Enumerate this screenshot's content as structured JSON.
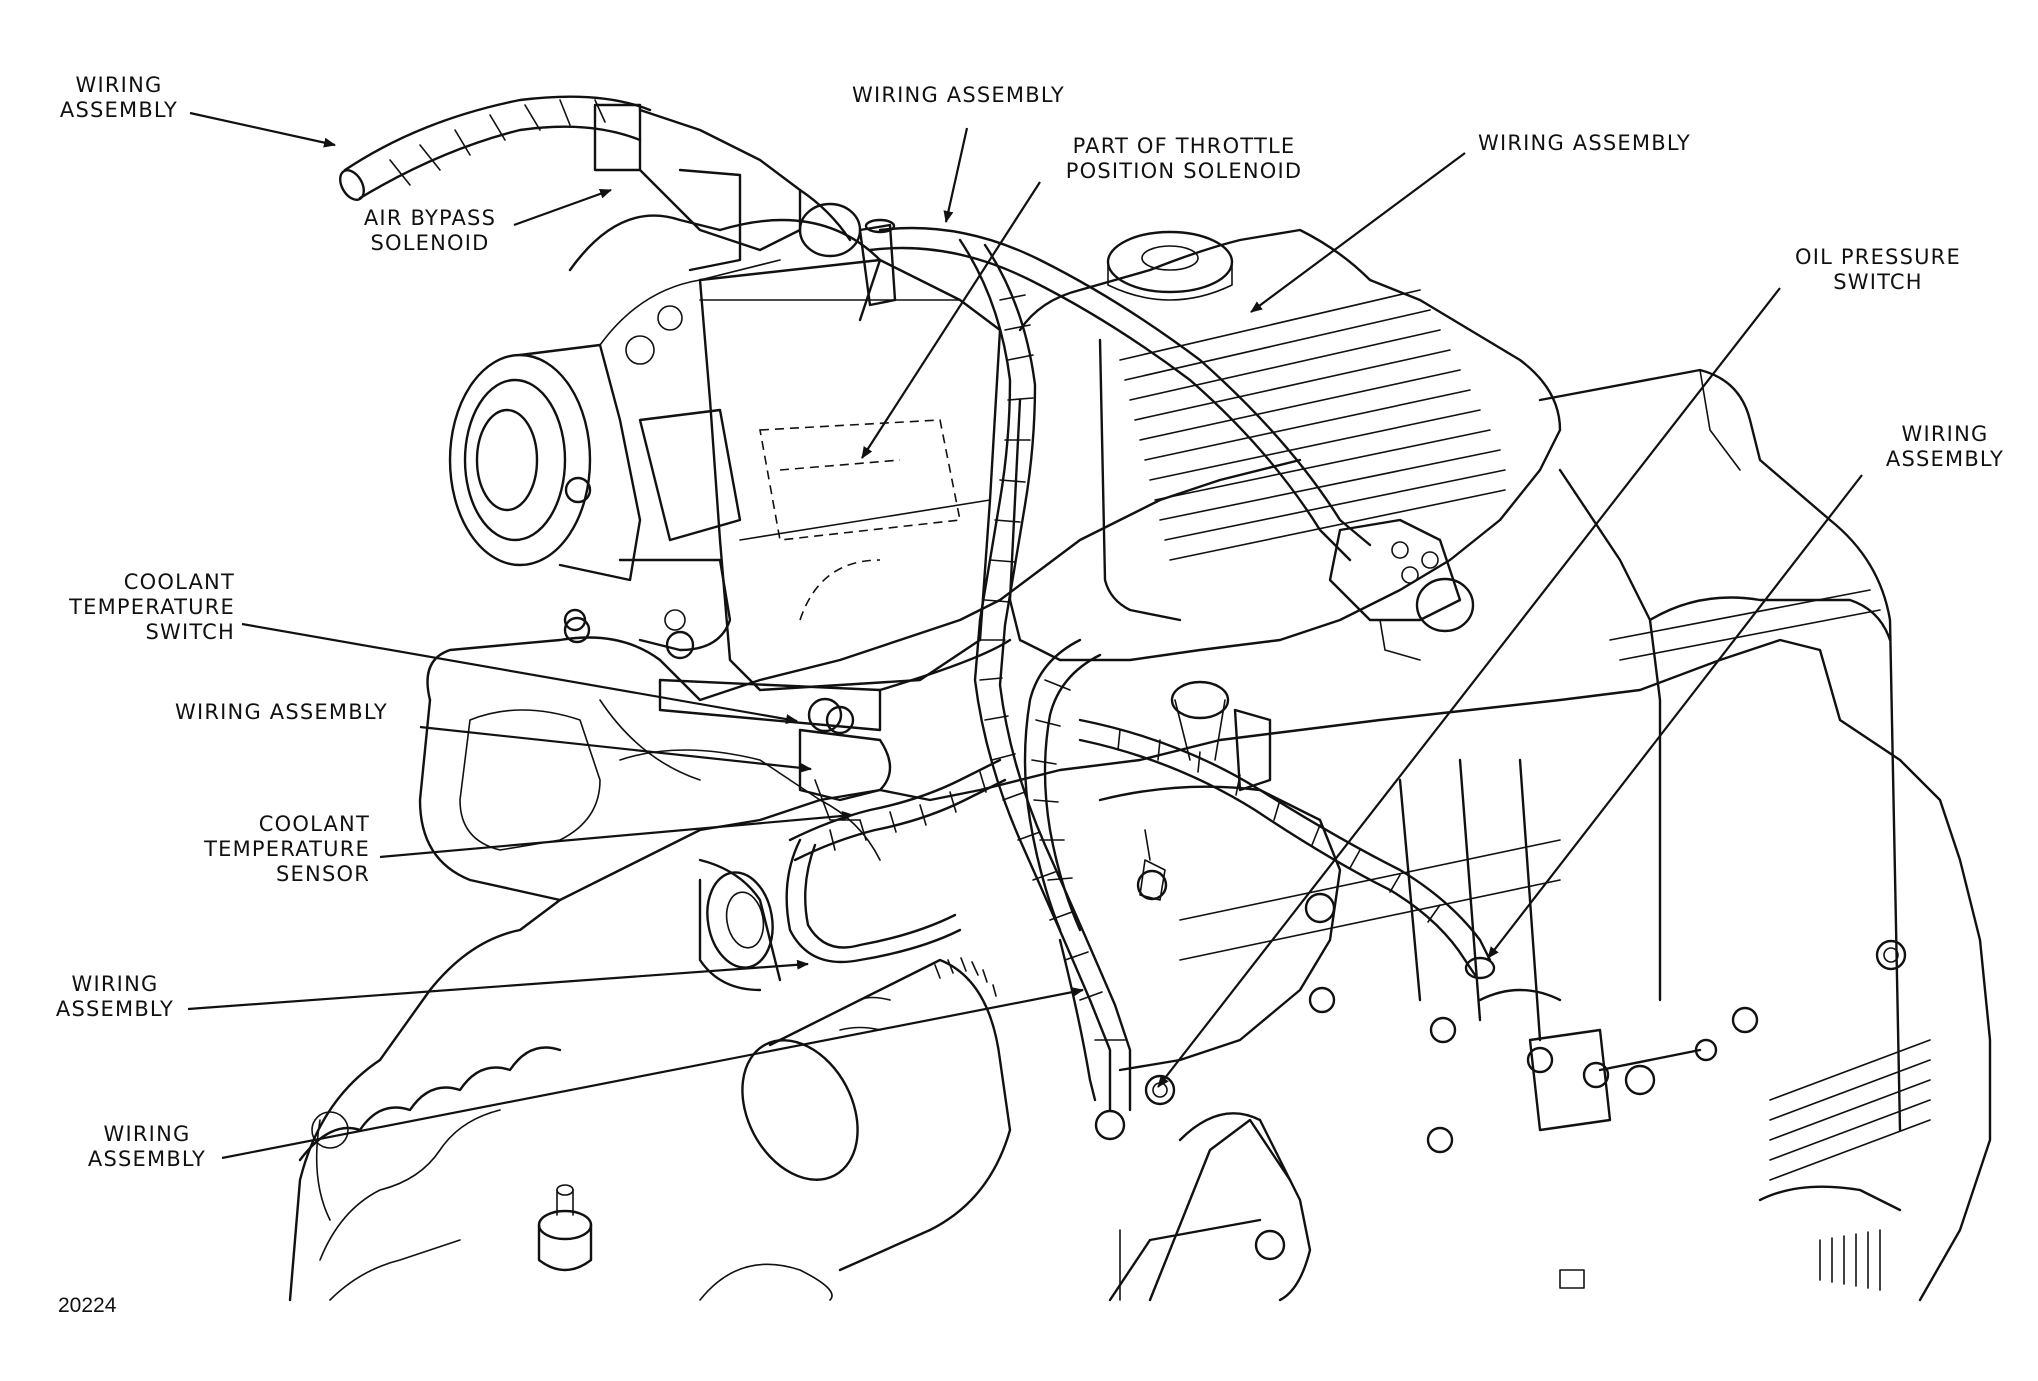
{
  "figure_number": "20224",
  "labels": {
    "wiring_assembly_top_left": [
      "WIRING",
      "ASSEMBLY"
    ],
    "air_bypass_solenoid": [
      "AIR BYPASS",
      "SOLENOID"
    ],
    "wiring_assembly_top_center": [
      "WIRING ASSEMBLY"
    ],
    "throttle_position_solenoid": [
      "PART OF THROTTLE",
      "POSITION SOLENOID"
    ],
    "wiring_assembly_top_right": [
      "WIRING ASSEMBLY"
    ],
    "oil_pressure_switch": [
      "OIL PRESSURE",
      "SWITCH"
    ],
    "wiring_assembly_right": [
      "WIRING",
      "ASSEMBLY"
    ],
    "coolant_temperature_switch": [
      "COOLANT",
      "TEMPERATURE",
      "SWITCH"
    ],
    "wiring_assembly_mid_left": [
      "WIRING ASSEMBLY"
    ],
    "coolant_temperature_sensor": [
      "COOLANT",
      "TEMPERATURE",
      "SENSOR"
    ],
    "wiring_assembly_lower_left": [
      "WIRING",
      "ASSEMBLY"
    ],
    "wiring_assembly_bottom_left": [
      "WIRING",
      "ASSEMBLY"
    ]
  },
  "drawing_subject": "engine-wiring-illustration"
}
